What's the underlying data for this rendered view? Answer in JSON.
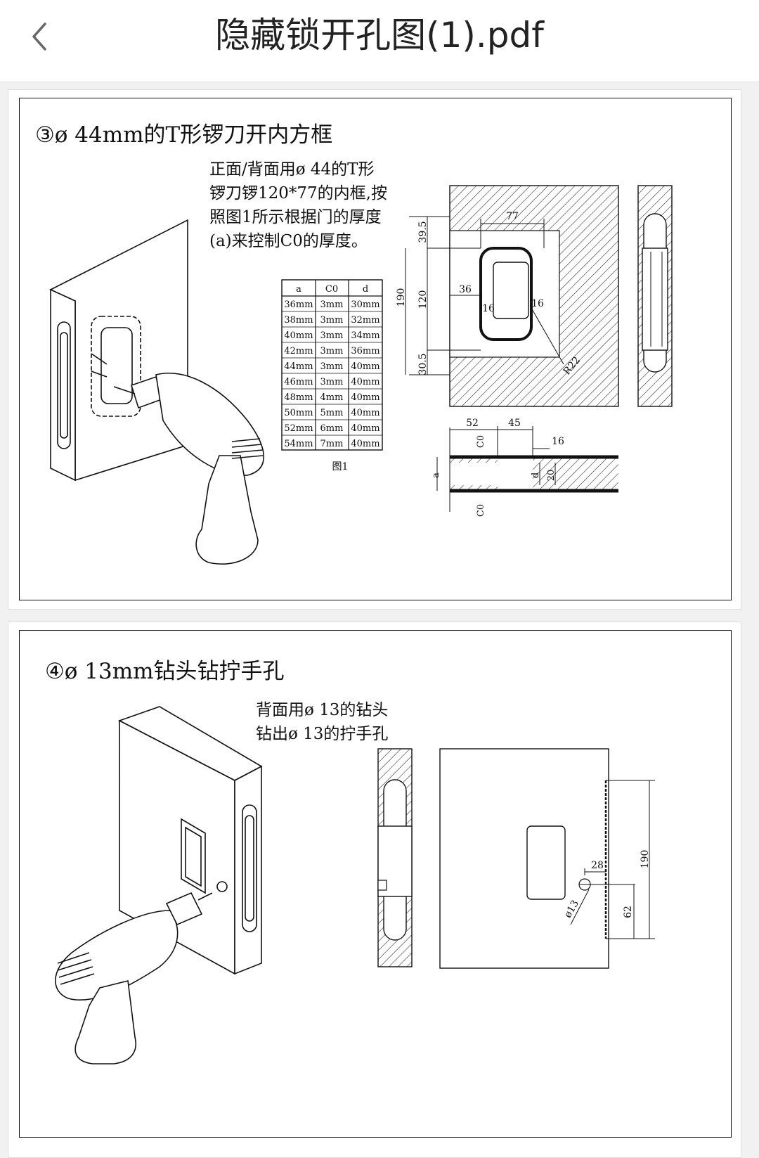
{
  "header": {
    "title": "隐藏锁开孔图(1).pdf",
    "back_icon": "chevron-left-icon"
  },
  "page1": {
    "heading": "③ø 44mm的T形锣刀开内方框",
    "desc_lines": [
      "正面/背面用ø 44的T形",
      "锣刀锣120*77的内框,按",
      "照图1所示根据门的厚度",
      "(a)来控制C0的厚度。"
    ],
    "table": {
      "headers": [
        "a",
        "C0",
        "d"
      ],
      "rows": [
        [
          "36mm",
          "3mm",
          "30mm"
        ],
        [
          "38mm",
          "3mm",
          "32mm"
        ],
        [
          "40mm",
          "3mm",
          "34mm"
        ],
        [
          "42mm",
          "3mm",
          "36mm"
        ],
        [
          "44mm",
          "3mm",
          "40mm"
        ],
        [
          "46mm",
          "3mm",
          "40mm"
        ],
        [
          "48mm",
          "4mm",
          "40mm"
        ],
        [
          "50mm",
          "5mm",
          "40mm"
        ],
        [
          "52mm",
          "6mm",
          "40mm"
        ],
        [
          "54mm",
          "7mm",
          "40mm"
        ]
      ],
      "caption": "图1"
    },
    "dims": {
      "w77": "77",
      "h39_5": "39.5",
      "h190": "190",
      "h120": "120",
      "w36": "36",
      "w16a": "16",
      "w16b": "16",
      "h30_5": "30.5",
      "r22": "R22",
      "s52": "52",
      "s45": "45",
      "s16": "16",
      "c0_top": "C0",
      "c0_bot": "C0",
      "a": "a",
      "d": "d",
      "s20": "20"
    }
  },
  "page2": {
    "heading": "④ø 13mm钻头钻拧手孔",
    "desc_lines": [
      "背面用ø 13的钻头",
      "钻出ø 13的拧手孔"
    ],
    "dims": {
      "h190": "190",
      "w28": "28",
      "h62": "62",
      "dia13": "ø13"
    }
  }
}
